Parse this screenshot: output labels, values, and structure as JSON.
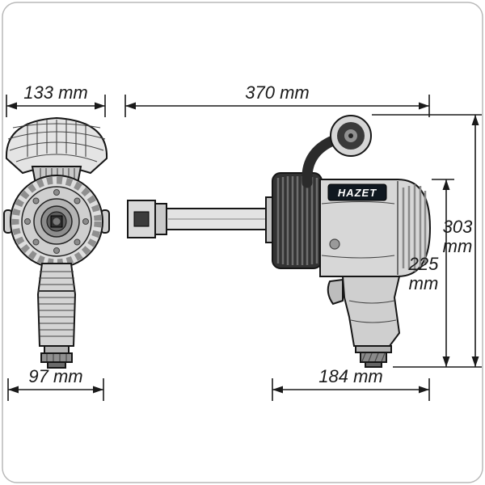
{
  "drawing": {
    "type": "technical-dimension-diagram",
    "subject": "pneumatic impact wrench, front view and side view",
    "brand_label": "HAZET",
    "dimensions": {
      "front_width_top": "133 mm",
      "side_length_total": "370 mm",
      "side_height_total": {
        "value": "303",
        "unit": "mm"
      },
      "side_height_body": {
        "value": "225",
        "unit": "mm"
      },
      "front_width_bottom": "97 mm",
      "side_length_body": "184 mm"
    },
    "colors": {
      "line": "#1a1a1a",
      "fill_light": "#dcdcdc",
      "fill_mid": "#b5b5b5",
      "fill_dark": "#333333",
      "brand_plate": "#101820"
    }
  }
}
